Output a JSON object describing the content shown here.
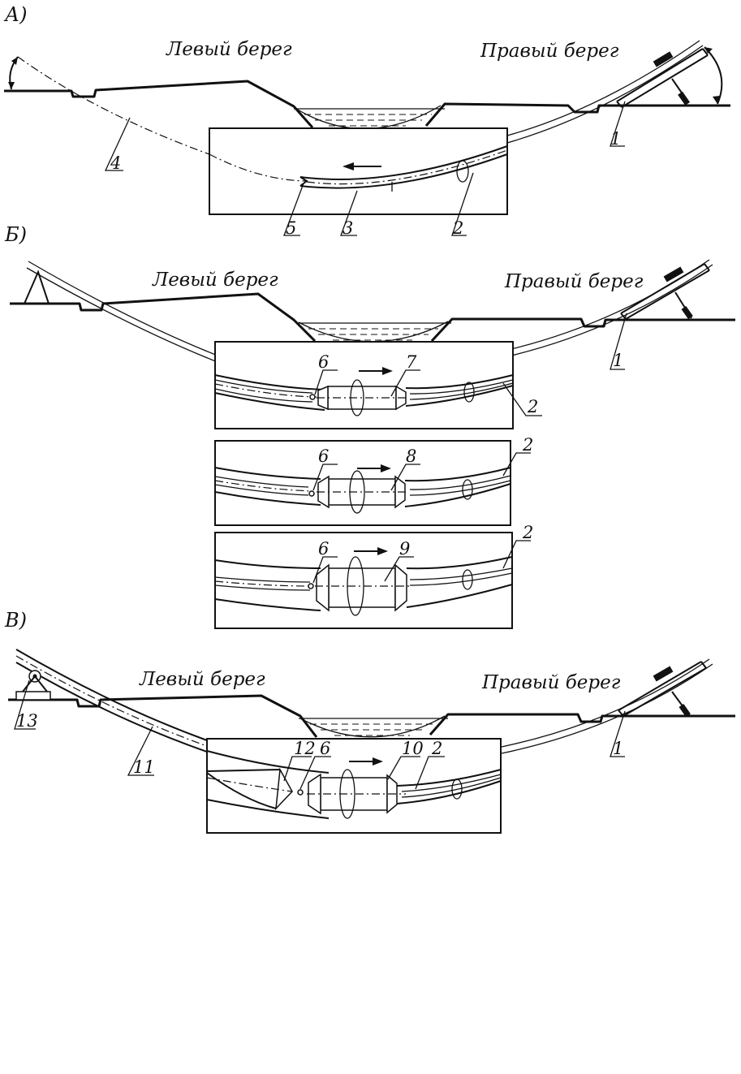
{
  "figure": {
    "panels": [
      {
        "id": "A",
        "label": "А)",
        "left_bank": "Левый берег",
        "right_bank": "Правый берег",
        "callouts": [
          "1",
          "2",
          "3",
          "4",
          "5"
        ]
      },
      {
        "id": "B",
        "label": "Б)",
        "left_bank": "Левый берег",
        "right_bank": "Правый берег",
        "callouts": [
          "1",
          "2",
          "6",
          "7",
          "2",
          "6",
          "8",
          "2",
          "6",
          "9"
        ]
      },
      {
        "id": "V",
        "label": "В)",
        "left_bank": "Левый берег",
        "right_bank": "Правый берег",
        "callouts": [
          "1",
          "13",
          "11",
          "12",
          "6",
          "10",
          "2"
        ]
      }
    ]
  }
}
